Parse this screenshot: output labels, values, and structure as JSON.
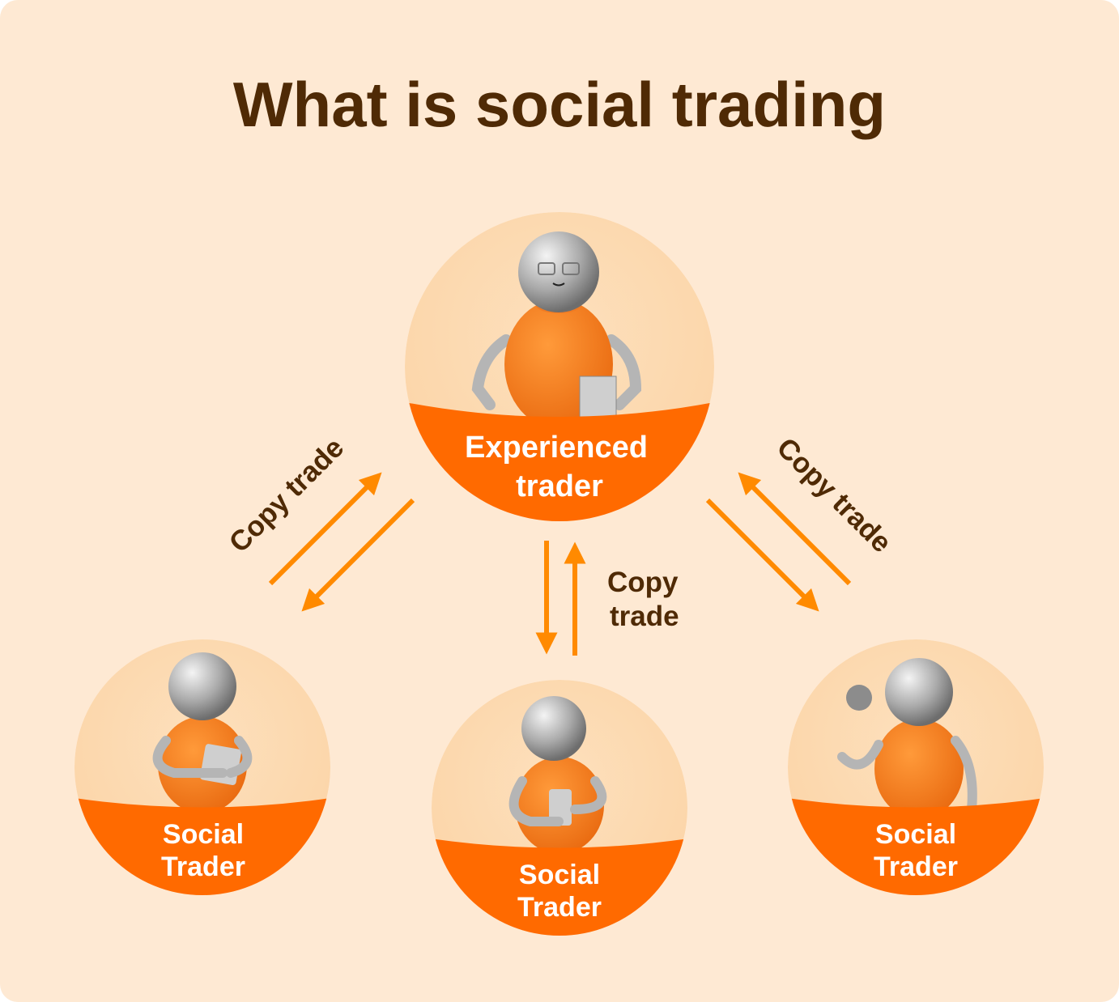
{
  "title": "What is social trading",
  "nodes": {
    "experienced": {
      "line1": "Experienced",
      "line2": "trader"
    },
    "left": {
      "line1": "Social",
      "line2": "Trader"
    },
    "center": {
      "line1": "Social",
      "line2": "Trader"
    },
    "right": {
      "line1": "Social",
      "line2": "Trader"
    }
  },
  "edges": {
    "left_label": "Copy trade",
    "center_label_1": "Copy",
    "center_label_2": "trade",
    "right_label": "Copy trade"
  },
  "colors": {
    "background": "#fee9d3",
    "accent": "#ff6a00",
    "arrow": "#ff8a00",
    "text": "#4f2a05"
  }
}
